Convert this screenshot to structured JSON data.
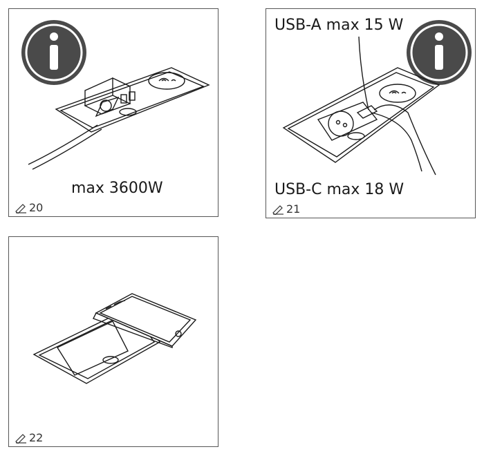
{
  "panels": [
    {
      "id": "20",
      "caption": "max 3600W",
      "figure_number": "20"
    },
    {
      "id": "21",
      "caption_top": "USB-A max 15 W",
      "caption_bottom": "USB-C max 18 W",
      "figure_number": "21"
    },
    {
      "id": "22",
      "figure_number": "22"
    }
  ],
  "icons": {
    "info": "info-icon",
    "figure": "pencil-figure-icon"
  },
  "colors": {
    "info_badge": "#4a4a4a",
    "line": "#1a1a1a"
  }
}
